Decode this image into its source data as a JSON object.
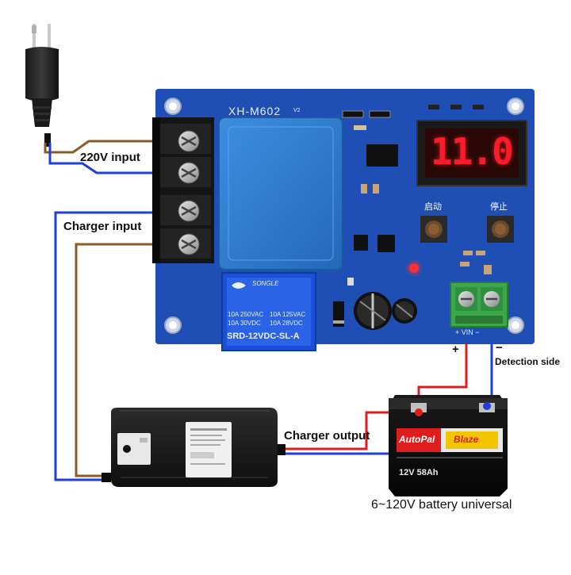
{
  "board": {
    "model": "XH-M602",
    "version": "V2",
    "display_value": "11.0",
    "start_button_label": "启动",
    "stop_button_label": "停止",
    "terminal_polarity": "+ VIN −"
  },
  "relay": {
    "brand": "SONGLE",
    "rating_line1_left": "10A 250VAC",
    "rating_line1_right": "10A 125VAC",
    "rating_line2_left": "10A 30VDC",
    "rating_line2_right": "10A 28VDC",
    "model": "SRD-12VDC-SL-A"
  },
  "labels": {
    "input_220v": "220V input",
    "charger_input": "Charger input",
    "charger_output": "Charger output",
    "detection_side": "Detection side",
    "battery_universal": "6~120V battery universal",
    "plus": "+",
    "minus": "−"
  },
  "battery": {
    "brand": "AutoPal",
    "sub_brand": "Blaze",
    "rating": "12V 58Ah"
  },
  "colors": {
    "board": "#1f4fb4",
    "transformer": "#2f7fd0",
    "wire_brown": "#8a5a2b",
    "wire_blue": "#1e3fd8",
    "wire_red": "#e01d1d",
    "display": "#ff1a2a",
    "terminal_green": "#3aa84a"
  },
  "icons": {
    "plug": "power-plug-icon",
    "relay": "relay-icon",
    "charger": "charger-adapter-icon",
    "battery": "car-battery-icon"
  }
}
